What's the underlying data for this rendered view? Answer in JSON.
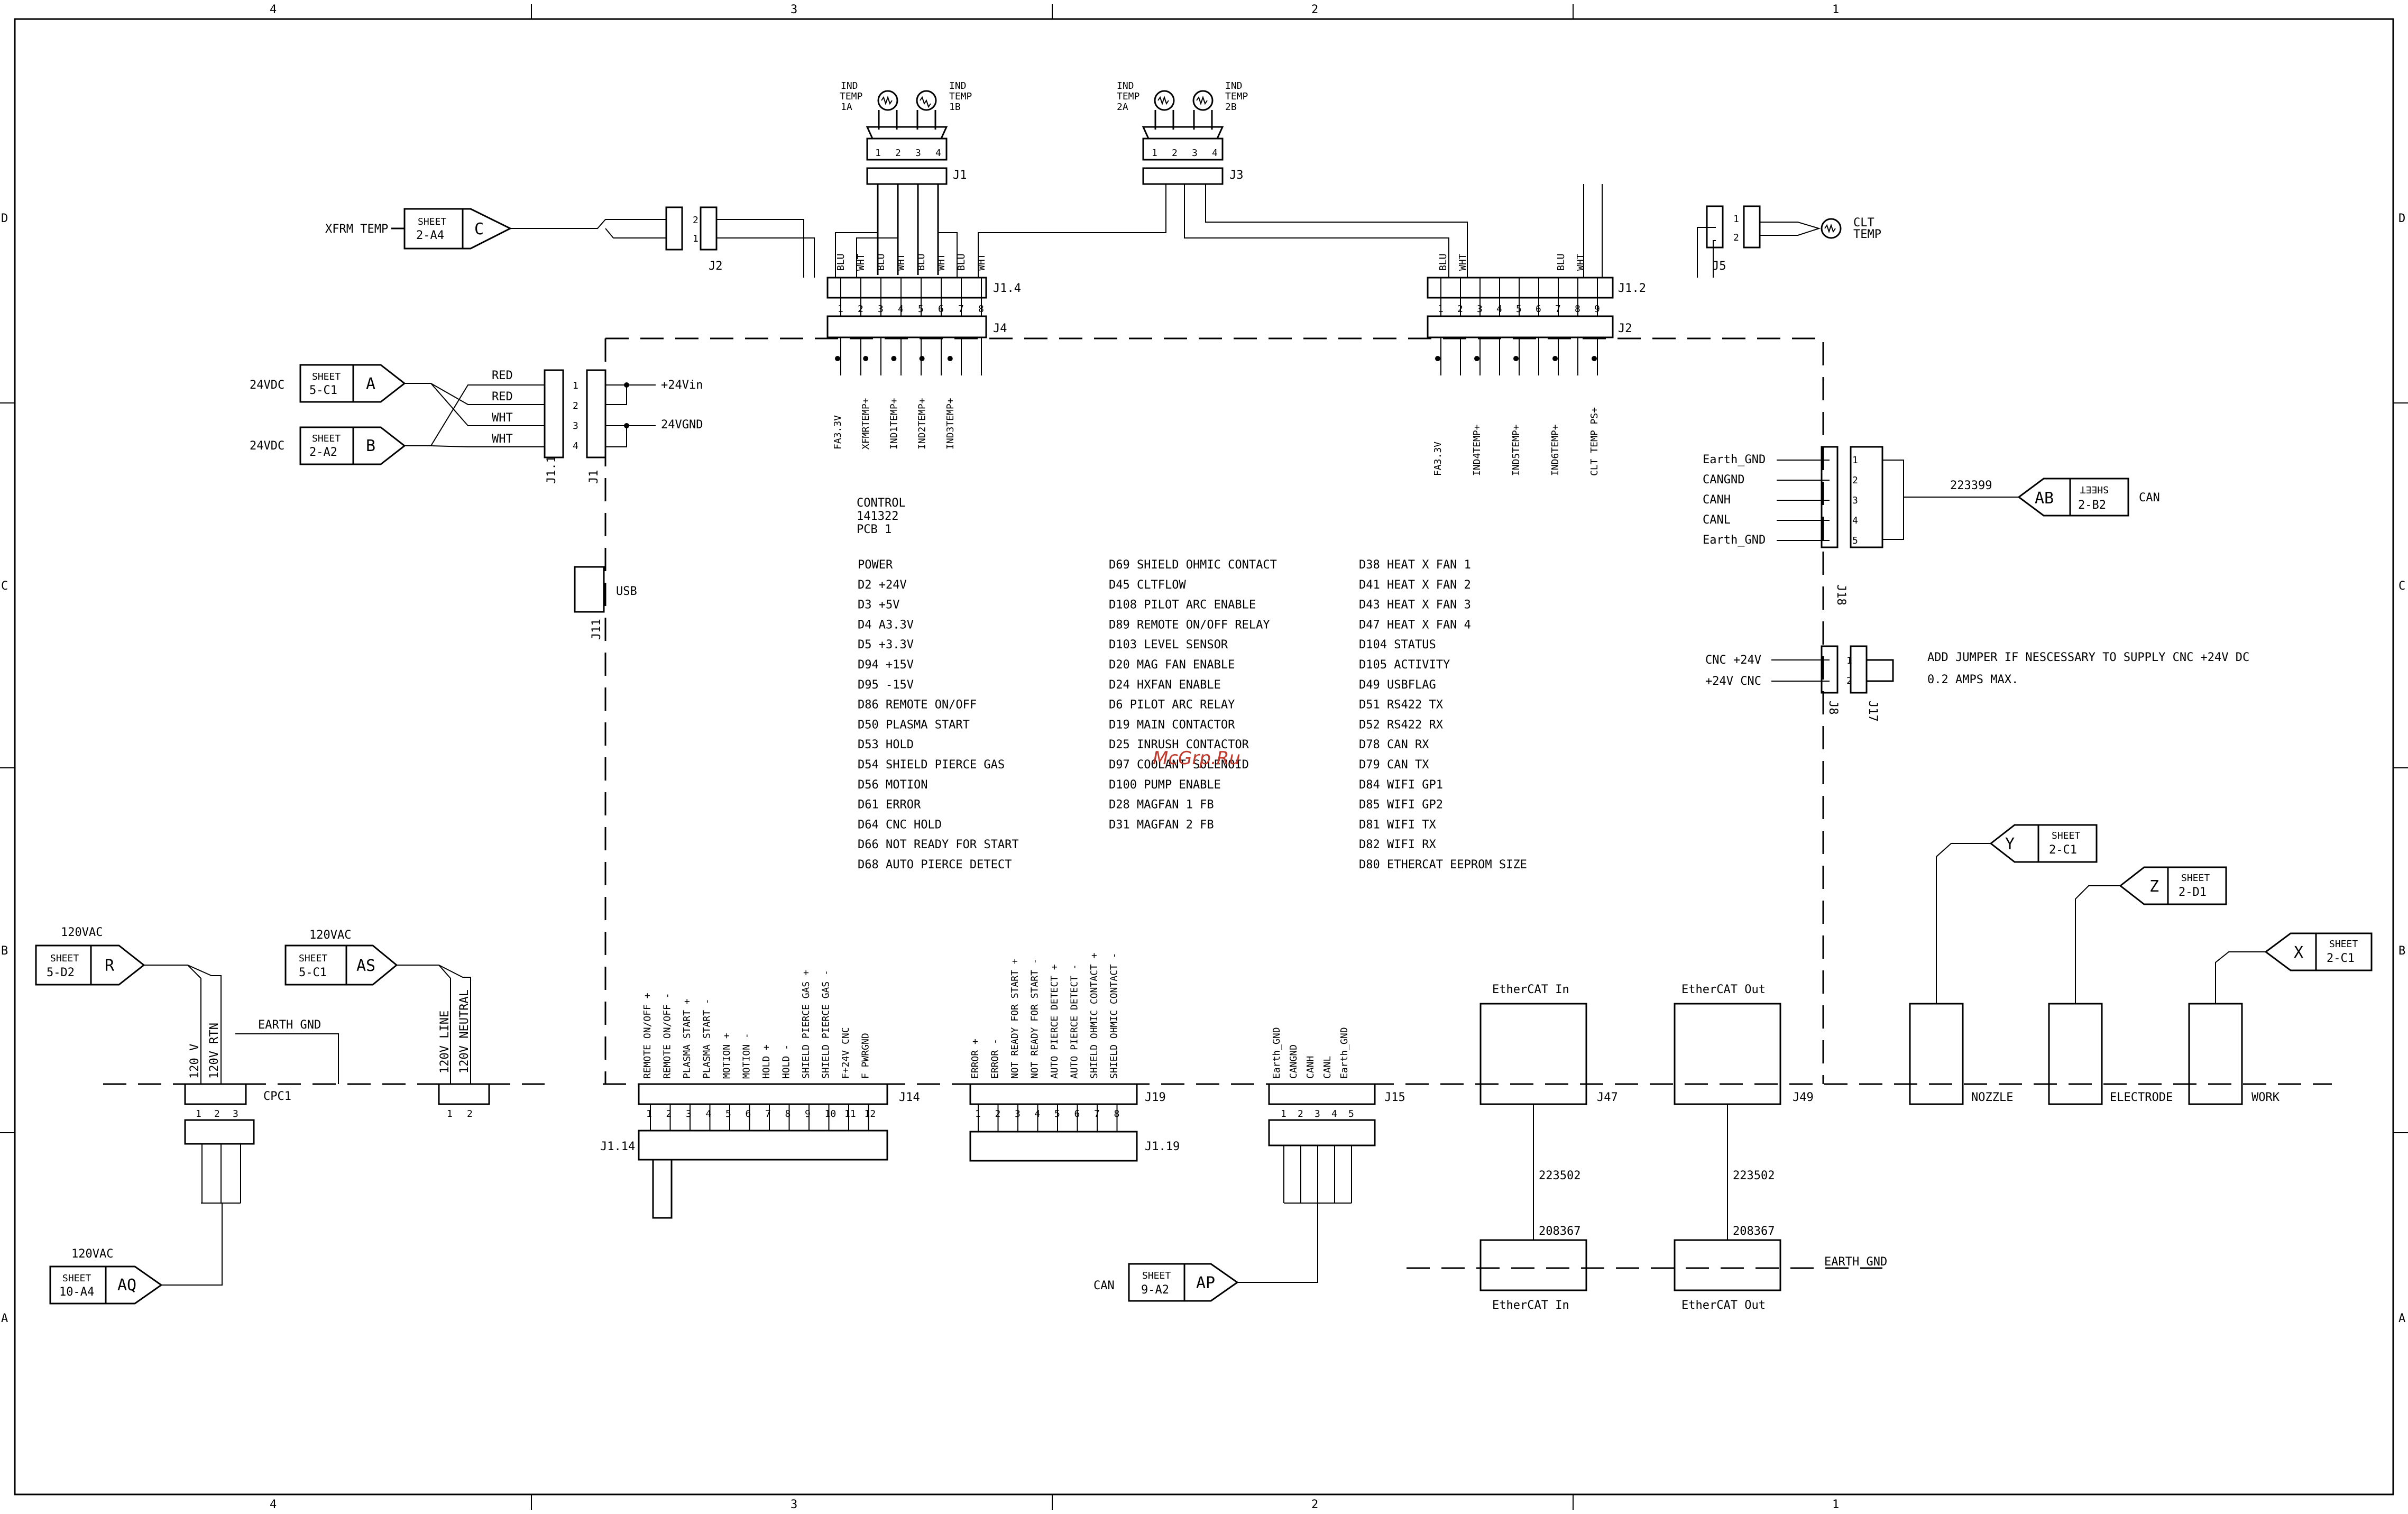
{
  "frame": {
    "cols_top": [
      "4",
      "3",
      "2",
      "1"
    ],
    "cols_bottom": [
      "4",
      "3",
      "2",
      "1"
    ],
    "rows_left": [
      "D",
      "C",
      "B",
      "A"
    ],
    "rows_right": [
      "D",
      "C",
      "B",
      "A"
    ]
  },
  "watermark": "McGrp.Ru",
  "pcb": {
    "title": "CONTROL",
    "part": "141322",
    "name": "PCB 1"
  },
  "leds": {
    "col1": [
      "POWER",
      "D2 +24V",
      "D3 +5V",
      "D4 A3.3V",
      "D5 +3.3V",
      "D94 +15V",
      "D95 -15V",
      "D86 REMOTE ON/OFF",
      "D50 PLASMA START",
      "D53 HOLD",
      "D54 SHIELD PIERCE GAS",
      "D56 MOTION",
      "D61 ERROR",
      "D64 CNC HOLD",
      "D66 NOT READY FOR START",
      "D68 AUTO PIERCE DETECT"
    ],
    "col2": [
      "D69 SHIELD OHMIC CONTACT",
      "D45 CLTFLOW",
      "D108 PILOT ARC ENABLE",
      "D89 REMOTE ON/OFF RELAY",
      "D103 LEVEL SENSOR",
      "D20 MAG FAN ENABLE",
      "D24 HXFAN ENABLE",
      "D6 PILOT ARC RELAY",
      "D19 MAIN CONTACTOR",
      "D25 INRUSH CONTACTOR",
      "D97 COOLANT SOLENOID",
      "D100 PUMP ENABLE",
      "D28 MAGFAN 1 FB",
      "D31 MAGFAN 2 FB"
    ],
    "col3": [
      "D38 HEAT X FAN 1",
      "D41 HEAT X FAN 2",
      "D43 HEAT X FAN 3",
      "D47 HEAT X FAN 4",
      "D104 STATUS",
      "D105 ACTIVITY",
      "D49 USBFLAG",
      "D51 RS422 TX",
      "D52 RS422 RX",
      "D78 CAN RX",
      "D79 CAN TX",
      "D84 WIFI GP1",
      "D85 WIFI GP2",
      "D81 WIFI TX",
      "D82 WIFI RX",
      "D80 ETHERCAT EEPROM SIZE"
    ]
  },
  "sensors": {
    "ind1a": [
      "IND",
      "TEMP",
      "1A"
    ],
    "ind1b": [
      "IND",
      "TEMP",
      "1B"
    ],
    "ind2a": [
      "IND",
      "TEMP",
      "2A"
    ],
    "ind2b": [
      "IND",
      "TEMP",
      "2B"
    ],
    "clt": [
      "CLT",
      "TEMP"
    ]
  },
  "connectors": {
    "j1top": {
      "ref": "J1",
      "pins": [
        "1",
        "2",
        "3",
        "4"
      ]
    },
    "j3top": {
      "ref": "J3",
      "pins": [
        "1",
        "2",
        "3",
        "4"
      ]
    },
    "j2left": {
      "ref": "J2",
      "pins": [
        "2",
        "1"
      ]
    },
    "j5": {
      "ref": "J5",
      "pins": [
        "1",
        "2"
      ]
    },
    "j14": {
      "ref": "J1.4",
      "pins": [
        "1",
        "2",
        "3",
        "4",
        "5",
        "6",
        "7",
        "8"
      ]
    },
    "j4": {
      "ref": "J4"
    },
    "j12": {
      "ref": "J1.2",
      "pins": [
        "1",
        "2",
        "3",
        "4",
        "5",
        "6",
        "7",
        "8",
        "9"
      ]
    },
    "j2b": {
      "ref": "J2"
    },
    "j11": {
      "ref": "J1.1"
    },
    "j1p": {
      "ref": "J1",
      "pins": [
        "1",
        "2",
        "3",
        "4"
      ]
    },
    "j11usb": {
      "ref": "J11"
    },
    "j18": {
      "ref": "J18",
      "pins": [
        "1",
        "2",
        "3",
        "4",
        "5"
      ]
    },
    "j8": {
      "ref": "J8",
      "pins": [
        "1",
        "2"
      ]
    },
    "j17": {
      "ref": "J17"
    },
    "cpc1": {
      "ref": "CPC1",
      "pins": [
        "1",
        "2",
        "3"
      ]
    },
    "pins12": [
      "1",
      "2"
    ],
    "j14b": {
      "ref": "J14",
      "pins": [
        "1",
        "2",
        "3",
        "4",
        "5",
        "6",
        "7",
        "8",
        "9",
        "10",
        "11",
        "12"
      ]
    },
    "j114": {
      "ref": "J1.14"
    },
    "j19": {
      "ref": "J19",
      "pins": [
        "1",
        "2",
        "3",
        "4",
        "5",
        "6",
        "7",
        "8"
      ]
    },
    "j119": {
      "ref": "J1.19"
    },
    "j15": {
      "ref": "J15",
      "pins": [
        "1",
        "2",
        "3",
        "4",
        "5"
      ]
    },
    "j47": "J47",
    "j49": "J49"
  },
  "wires": {
    "j14_colors": [
      "BLU",
      "WHT",
      "BLU",
      "WHT",
      "BLU",
      "WHT",
      "BLU",
      "WHT"
    ],
    "j12_colors": [
      "BLU",
      "WHT",
      "BLU",
      "WHT"
    ],
    "j4_signals": [
      "FA3.3V",
      "XFMRTEMP+",
      "IND1TEMP+",
      "IND2TEMP+",
      "IND3TEMP+"
    ],
    "j2_signals": [
      "FA3.3V",
      "IND4TEMP+",
      "IND5TEMP+",
      "IND6TEMP+",
      "CLT TEMP PS+"
    ],
    "power_colors": [
      "RED",
      "RED",
      "WHT",
      "WHT"
    ],
    "vin": "+24Vin",
    "vgnd": "24VGND",
    "usb": "USB",
    "xfrm": "XFRM TEMP",
    "can_wires": [
      "Earth_GND",
      "CANGND",
      "CANH",
      "CANL",
      "Earth_GND"
    ],
    "cable_223399": "223399",
    "can_label": "CAN",
    "cnc_wires": [
      "CNC +24V",
      "+24V CNC"
    ],
    "jumper_note": [
      "ADD JUMPER IF NESCESSARY TO SUPPLY CNC +24V DC",
      "0.2 AMPS MAX."
    ],
    "j14_signals": [
      "REMOTE ON/OFF +",
      "REMOTE ON/OFF -",
      "PLASMA START +",
      "PLASMA START -",
      "MOTION +",
      "MOTION -",
      "HOLD +",
      "HOLD -",
      "SHIELD PIERCE GAS +",
      "SHIELD PIERCE GAS -",
      "F+24V CNC",
      "F PWRGND"
    ],
    "j19_signals": [
      "ERROR +",
      "ERROR -",
      "NOT READY FOR START +",
      "NOT READY FOR START -",
      "AUTO PIERCE DETECT +",
      "AUTO PIERCE DETECT -",
      "SHIELD OHMIC CONTACT +",
      "SHIELD OHMIC CONTACT -"
    ],
    "j15_signals": [
      "Earth_GND",
      "CANGND",
      "CANH",
      "CANL",
      "Earth_GND"
    ],
    "cpc1_signals": [
      "120 V",
      "120V RTN"
    ],
    "earth_gnd": "EARTH GND",
    "as_signals": [
      "120V LINE",
      "120V NEUTRAL"
    ],
    "ecat_in": "EtherCAT In",
    "ecat_out": "EtherCAT Out",
    "cable_223502": "223502",
    "cable_208367": "208367",
    "nozzle": "NOZZLE",
    "electrode": "ELECTRODE",
    "work": "WORK",
    "can_ap": "CAN"
  },
  "offsheet": {
    "C": {
      "sheet": "SHEET",
      "ref": "2-A4",
      "letter": "C"
    },
    "A": {
      "sheet": "SHEET",
      "ref": "5-C1",
      "letter": "A",
      "volt": "24VDC"
    },
    "B": {
      "sheet": "SHEET",
      "ref": "2-A2",
      "letter": "B",
      "volt": "24VDC"
    },
    "AB": {
      "sheet": "SHEET",
      "ref": "2-B2",
      "letter": "AB"
    },
    "R": {
      "sheet": "SHEET",
      "ref": "5-D2",
      "letter": "R",
      "volt": "120VAC"
    },
    "AS": {
      "sheet": "SHEET",
      "ref": "5-C1",
      "letter": "AS",
      "volt": "120VAC"
    },
    "AQ": {
      "sheet": "SHEET",
      "ref": "10-A4",
      "letter": "AQ",
      "volt": "120VAC"
    },
    "AP": {
      "sheet": "SHEET",
      "ref": "9-A2",
      "letter": "AP"
    },
    "Y": {
      "sheet": "SHEET",
      "ref": "2-C1",
      "letter": "Y"
    },
    "Z": {
      "sheet": "SHEET",
      "ref": "2-D1",
      "letter": "Z"
    },
    "X": {
      "sheet": "SHEET",
      "ref": "2-C1",
      "letter": "X"
    }
  }
}
